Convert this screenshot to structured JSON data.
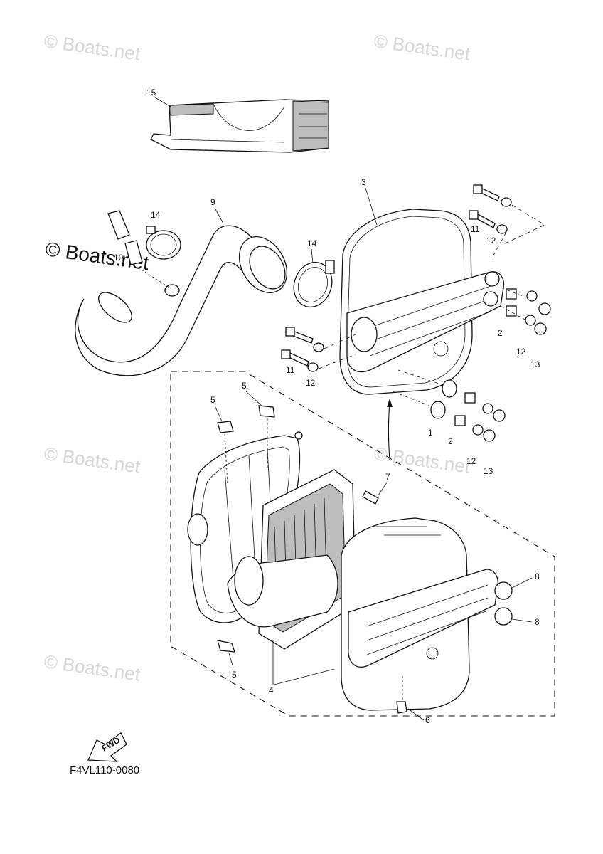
{
  "watermark": {
    "text": "© Boats.net",
    "text_bold": "© Boats.net"
  },
  "diagram_code": "F4VL110-0080",
  "fwd_label": "FWD",
  "callouts": {
    "c1": "1",
    "c2a": "2",
    "c2b": "2",
    "c3": "3",
    "c4": "4",
    "c5a": "5",
    "c5b": "5",
    "c5c": "5",
    "c6": "6",
    "c7": "7",
    "c8a": "8",
    "c8b": "8",
    "c9": "9",
    "c10": "10",
    "c11a": "11",
    "c11b": "11",
    "c12a": "12",
    "c12b": "12",
    "c12c": "12",
    "c12d": "12",
    "c13a": "13",
    "c13b": "13",
    "c14a": "14",
    "c14b": "14",
    "c15": "15"
  }
}
